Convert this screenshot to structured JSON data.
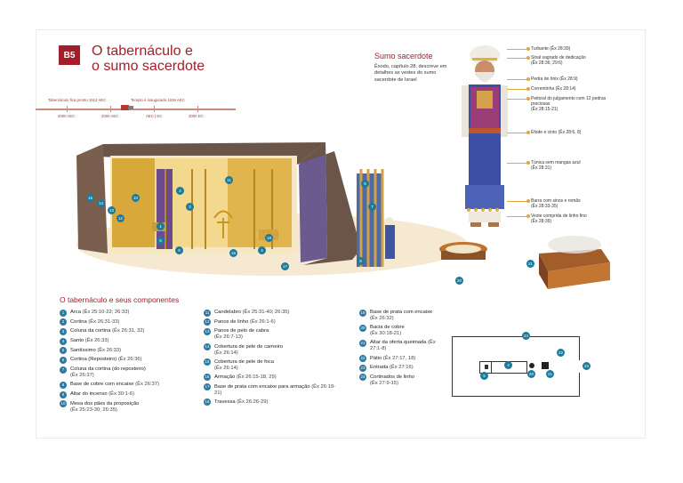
{
  "header": {
    "badge": "B5",
    "title_line1": "O tabernáculo e",
    "title_line2": "o sumo sacerdote"
  },
  "timeline": {
    "event1": "Tabernáculo fica pronto 1512 AEC",
    "event2": "Templo é inaugurado 1026 AEC",
    "years": [
      "4000 AEC",
      "2000 AEC",
      "AEC | EC",
      "2000 EC"
    ]
  },
  "high_priest": {
    "title": "Sumo sacerdote",
    "description": "Êxodo, capítulo 28, descreve em detalhes as vestes do sumo sacerdote de Israel",
    "labels": [
      {
        "name": "Turbante",
        "ref": "(Êx 28:39)"
      },
      {
        "name": "Sinal sagrado de dedicação",
        "ref": "(Êx 28:36; 29:6)"
      },
      {
        "name": "Pedra de ônix",
        "ref": "(Êx 28:9)"
      },
      {
        "name": "Correntinha",
        "ref": "(Êx 28:14)"
      },
      {
        "name": "Peitoral do julgamento com 12 pedras preciosas",
        "ref": "(Êx 28:15-21)"
      },
      {
        "name": "Éfode e cinto",
        "ref": "(Êx 28:6, 8)"
      },
      {
        "name": "Túnica sem mangas azul",
        "ref": "(Êx 28:31)"
      },
      {
        "name": "Barra com sinos e romãs",
        "ref": "(Êx 28:33-35)"
      },
      {
        "name": "Veste comprida de linho fino",
        "ref": "(Êx 28:39)"
      }
    ]
  },
  "components": {
    "title": "O tabernáculo e seus componentes",
    "col1": [
      {
        "n": "1",
        "name": "Arca",
        "ref": "(Êx 25:10-22; 26:33)"
      },
      {
        "n": "2",
        "name": "Cortina",
        "ref": "(Êx 26:31-33)"
      },
      {
        "n": "3",
        "name": "Coluna da cortina",
        "ref": "(Êx 26:31, 32)"
      },
      {
        "n": "4",
        "name": "Santo",
        "ref": "(Êx 26:33)"
      },
      {
        "n": "5",
        "name": "Santíssimo",
        "ref": "(Êx 26:33)"
      },
      {
        "n": "6",
        "name": "Cortina (Reposteiro)",
        "ref": "(Êx 26:36)"
      },
      {
        "n": "7",
        "name": "Coluna da cortina (do reposteiro)",
        "ref": "(Êx 26:37)"
      },
      {
        "n": "8",
        "name": "Base de cobre com encaixe",
        "ref": "(Êx 26:37)"
      },
      {
        "n": "9",
        "name": "Altar do incenso",
        "ref": "(Êx 30:1-6)"
      },
      {
        "n": "10",
        "name": "Mesa dos pães da proposição",
        "ref": "(Êx 25:23-30; 26:35)"
      }
    ],
    "col2": [
      {
        "n": "11",
        "name": "Candelabro",
        "ref": "(Êx 25:31-40; 26:35)"
      },
      {
        "n": "12",
        "name": "Panos de linho",
        "ref": "(Êx 26:1-6)"
      },
      {
        "n": "13",
        "name": "Panos de pelo de cabra",
        "ref": "(Êx 26:7-13)"
      },
      {
        "n": "14",
        "name": "Cobertura de pele de carneiro",
        "ref": "(Êx 26:14)"
      },
      {
        "n": "15",
        "name": "Cobertura de pele de foca",
        "ref": "(Êx 26:14)"
      },
      {
        "n": "16",
        "name": "Armação",
        "ref": "(Êx 26:15-18, 29)"
      },
      {
        "n": "17",
        "name": "Base de prata com encaixe para armação",
        "ref": "(Êx 26:19-21)"
      },
      {
        "n": "18",
        "name": "Travessa",
        "ref": "(Êx 26:26-29)"
      }
    ],
    "col3": [
      {
        "n": "19",
        "name": "Base de prata com encaixe",
        "ref": "(Êx 26:32)"
      },
      {
        "n": "20",
        "name": "Bacia de cobre",
        "ref": "(Êx 30:18-21)"
      },
      {
        "n": "21",
        "name": "Altar da oferta queimada",
        "ref": "(Êx 27:1-8)"
      },
      {
        "n": "22",
        "name": "Pátio",
        "ref": "(Êx 27:17, 18)"
      },
      {
        "n": "23",
        "name": "Entrada",
        "ref": "(Êx 27:16)"
      },
      {
        "n": "24",
        "name": "Cortinados de linho",
        "ref": "(Êx 27:9-15)"
      }
    ]
  },
  "illustration_markers": [
    "15",
    "14",
    "13",
    "12",
    "10",
    "2",
    "3",
    "11",
    "16",
    "6",
    "7",
    "8",
    "5",
    "9",
    "1",
    "4",
    "17",
    "18",
    "20",
    "21"
  ],
  "plan_markers": [
    "24",
    "22",
    "23",
    "5",
    "4",
    "20",
    "21"
  ],
  "colors": {
    "accent": "#a51d2a",
    "marker": "#2e79a0",
    "leader": "#e0a640"
  }
}
